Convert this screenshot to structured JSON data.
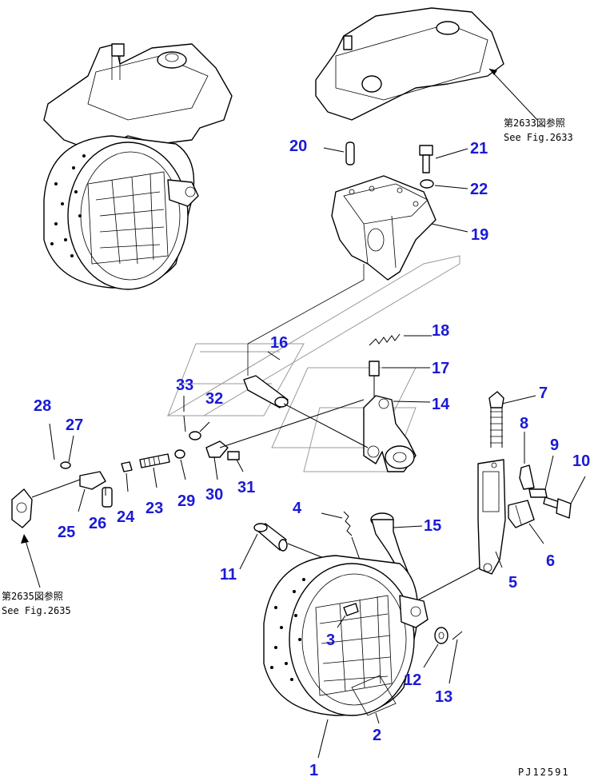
{
  "diagram": {
    "code": "PJ12591",
    "references": [
      {
        "id": "ref-2633",
        "line1": "第2633図参照",
        "line2": "See Fig.2633"
      },
      {
        "id": "ref-2635",
        "line1": "第2635図参照",
        "line2": "See Fig.2635"
      }
    ],
    "callouts": [
      "1",
      "2",
      "3",
      "4",
      "5",
      "6",
      "7",
      "8",
      "9",
      "10",
      "11",
      "12",
      "13",
      "14",
      "15",
      "16",
      "17",
      "18",
      "19",
      "20",
      "21",
      "22",
      "23",
      "24",
      "25",
      "26",
      "27",
      "28",
      "29",
      "30",
      "31",
      "32",
      "33"
    ],
    "colors": {
      "callout": "#1a1ad6",
      "line": "#000000"
    }
  }
}
